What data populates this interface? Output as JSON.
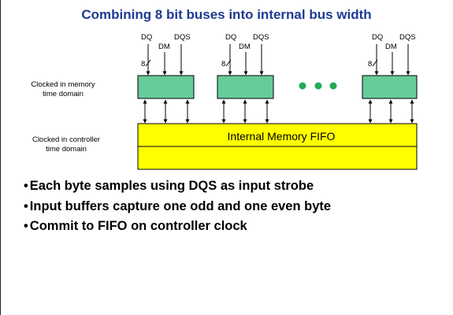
{
  "title": "Combining 8 bit buses into internal bus width",
  "colors": {
    "title": "#1f3a93",
    "buffer_fill": "#66cc99",
    "fifo_fill": "#ffff00",
    "ellipsis_fill": "#22aa55"
  },
  "signals": {
    "dq": "DQ",
    "dm": "DM",
    "dqs": "DQS",
    "width": "8"
  },
  "domains": {
    "memory": [
      "Clocked in memory",
      "time domain"
    ],
    "controller": [
      "Clocked in controller",
      "time domain"
    ]
  },
  "fifo_label": "Internal Memory FIFO",
  "bullets": [
    "Each byte samples using DQS as input strobe",
    "Input buffers capture one odd and one even byte",
    "Commit to FIFO on controller clock"
  ]
}
